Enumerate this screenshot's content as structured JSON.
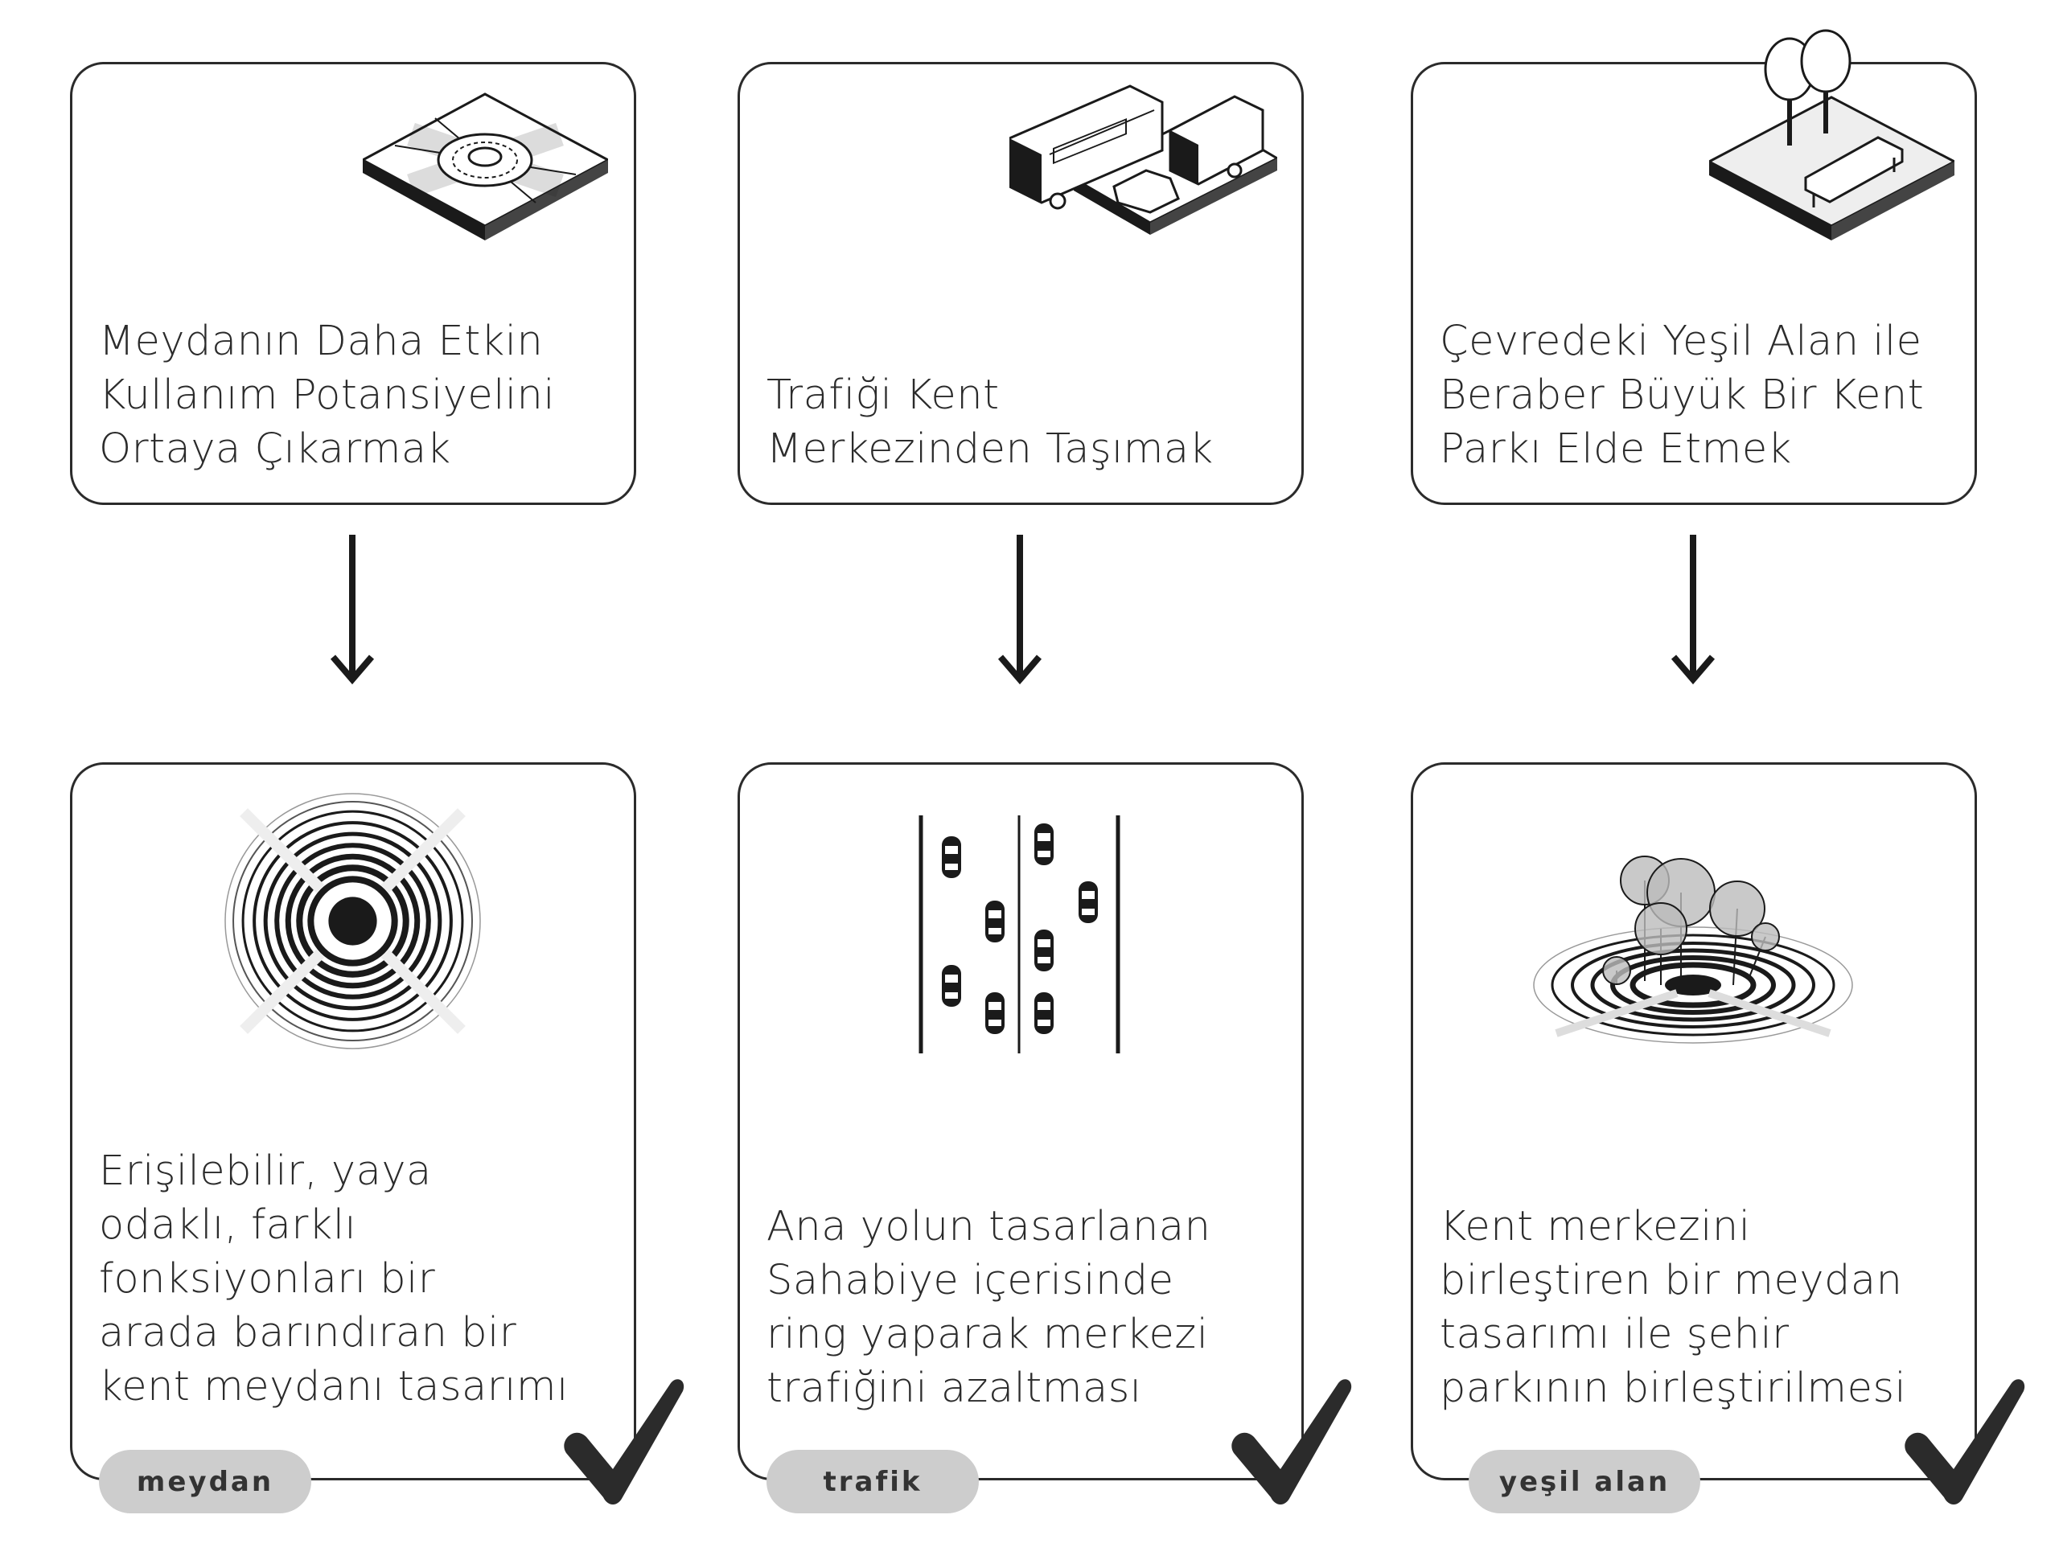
{
  "columns": [
    {
      "goal": "Meydanın Daha Etkin\nKullanım Potansiyelini\nOrtaya Çıkarmak",
      "goal_icon": "roundabout-isometric-icon",
      "outcome": "Erişilebilir, yaya\nodaklı, farklı\nfonksiyonları bir\narada barındıran bir\nkent meydanı tasarımı",
      "outcome_icon": "concentric-plaza-icon",
      "tag": "meydan",
      "status_icon": "checkmark-icon"
    },
    {
      "goal": "Trafiği Kent\nMerkezinden Taşımak",
      "goal_icon": "buses-cars-isometric-icon",
      "outcome": "Ana yolun tasarlanan\nSahabiye içerisinde\nring yaparak merkezi\ntrafiğini azaltması",
      "outcome_icon": "road-lanes-cars-icon",
      "tag": "trafik",
      "status_icon": "checkmark-icon"
    },
    {
      "goal": "Çevredeki Yeşil Alan ile\nBeraber Büyük Bir Kent\nParkı Elde Etmek",
      "goal_icon": "park-trees-bench-isometric-icon",
      "outcome": "Kent merkezini\nbirleştiren bir meydan\ntasarımı ile şehir\nparkının birleştirilmesi",
      "outcome_icon": "trees-concentric-plaza-icon",
      "tag": "yeşil alan",
      "status_icon": "checkmark-icon"
    }
  ],
  "colors": {
    "stroke": "#2b2b2b",
    "tag_bg": "#cdcdcd",
    "check": "#2b2b2b"
  }
}
